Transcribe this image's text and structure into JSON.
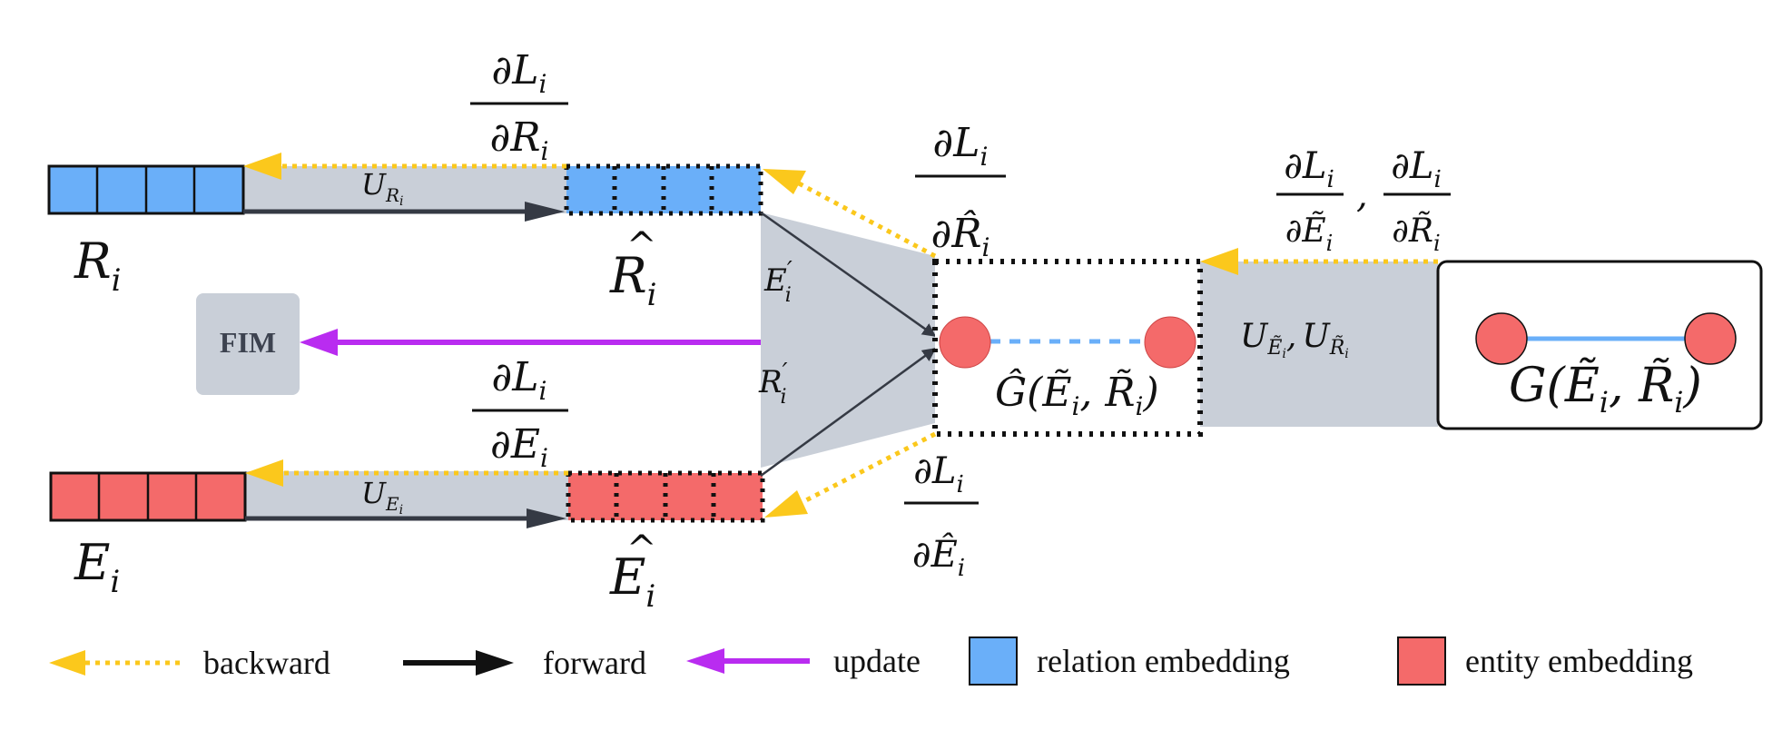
{
  "colors": {
    "relation": "#6aaff9",
    "entity": "#f46a6a",
    "backward": "#fbc81c",
    "forward": "#353a44",
    "update": "#b92cf0",
    "panel": "#c9cfd8",
    "fim_box": "#c9cfd8"
  },
  "nodes": {
    "fim": "FIM",
    "relation_label": "R",
    "relation_sub": "i",
    "relation_hat_label": "R",
    "relation_hat_sub": "i",
    "entity_label": "E",
    "entity_sub": "i",
    "entity_hat_label": "E",
    "entity_hat_sub": "i",
    "e_prime": "E",
    "e_prime_sub": "i",
    "e_prime_mark": "′",
    "r_prime": "R",
    "r_prime_sub": "i",
    "r_prime_mark": "′",
    "graph_hat": "Ĝ(Ẽ",
    "graph_hat_mid": ", R̃",
    "graph_hat_end": ")",
    "graph": "G(Ẽ",
    "graph_mid": ", R̃",
    "graph_end": ")",
    "sub_i": "i"
  },
  "updates": {
    "u_r": "U",
    "u_r_sub": "R",
    "u_e": "U",
    "u_e_sub": "E",
    "u_tilde": "U",
    "u_tilde_e_sub": "Ẽ",
    "u_tilde_r_sub": "R̃",
    "comma": ","
  },
  "gradients": {
    "d_num": "∂L",
    "sub_i": "i",
    "den_r": "∂R",
    "den_e": "∂E",
    "den_r_hat": "∂R̂",
    "den_e_hat": "∂Ê",
    "den_e_tilde": "∂Ẽ",
    "den_r_tilde": "∂R̃",
    "comma": ","
  },
  "legend": {
    "backward": "backward",
    "forward": "forward",
    "update": "update",
    "relation": "relation embedding",
    "entity": "entity embedding"
  }
}
